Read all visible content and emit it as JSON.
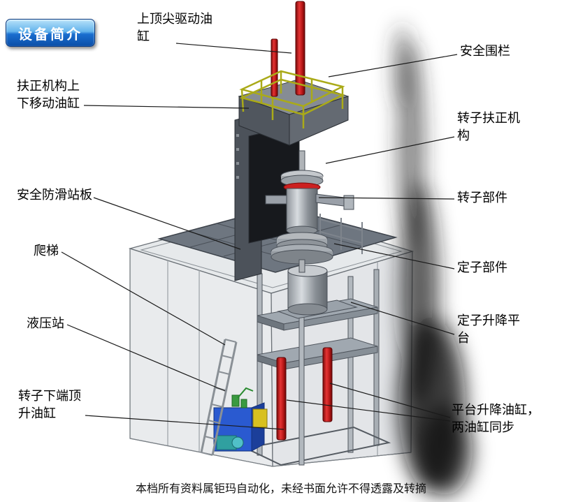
{
  "badge": {
    "label": "设备简介"
  },
  "labels": {
    "top_cylinder": "上顶尖驱动油\n缸",
    "safety_fence": "安全围栏",
    "centering_cylinder": "扶正机构上\n下移动油缸",
    "rotor_centering": "转子扶正机\n构",
    "antislip_platform": "安全防滑站板",
    "rotor_part": "转子部件",
    "ladder": "爬梯",
    "stator_part": "定子部件",
    "hydraulic_station": "液压站",
    "stator_lift_platform": "定子升降平\n台",
    "rotor_jack_cylinder": "转子下端顶\n升油缸",
    "platform_lift_cylinders": "平台升降油缸，\n两油缸同步"
  },
  "footer": {
    "text": "本档所有资料属钜玛自动化，未经书面允许不得透露及转摘"
  },
  "colors": {
    "badge_blue": "#1565c8",
    "cylinder_red": "#c41212",
    "safety_yellow": "#b2b21a",
    "hydraulic_blue": "#2a5ad0",
    "structure_gray": "#6e7680"
  }
}
